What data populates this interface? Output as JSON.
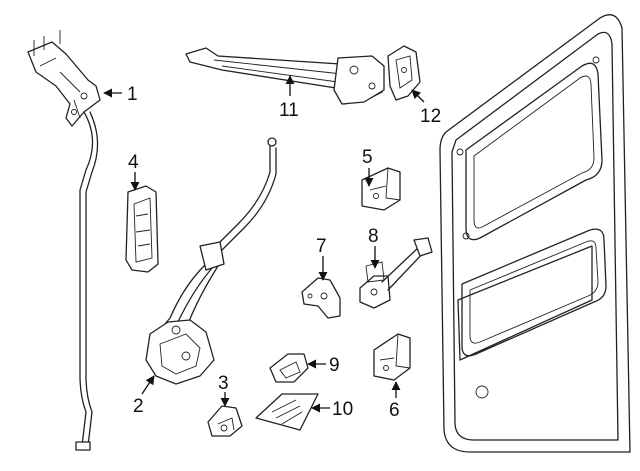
{
  "diagram": {
    "callouts": [
      {
        "id": "1",
        "label": "1"
      },
      {
        "id": "2",
        "label": "2"
      },
      {
        "id": "3",
        "label": "3"
      },
      {
        "id": "4",
        "label": "4"
      },
      {
        "id": "5",
        "label": "5"
      },
      {
        "id": "6",
        "label": "6"
      },
      {
        "id": "7",
        "label": "7"
      },
      {
        "id": "8",
        "label": "8"
      },
      {
        "id": "9",
        "label": "9"
      },
      {
        "id": "10",
        "label": "10"
      },
      {
        "id": "11",
        "label": "11"
      },
      {
        "id": "12",
        "label": "12"
      }
    ],
    "colors": {
      "line": "#222222",
      "background": "#ffffff"
    }
  }
}
